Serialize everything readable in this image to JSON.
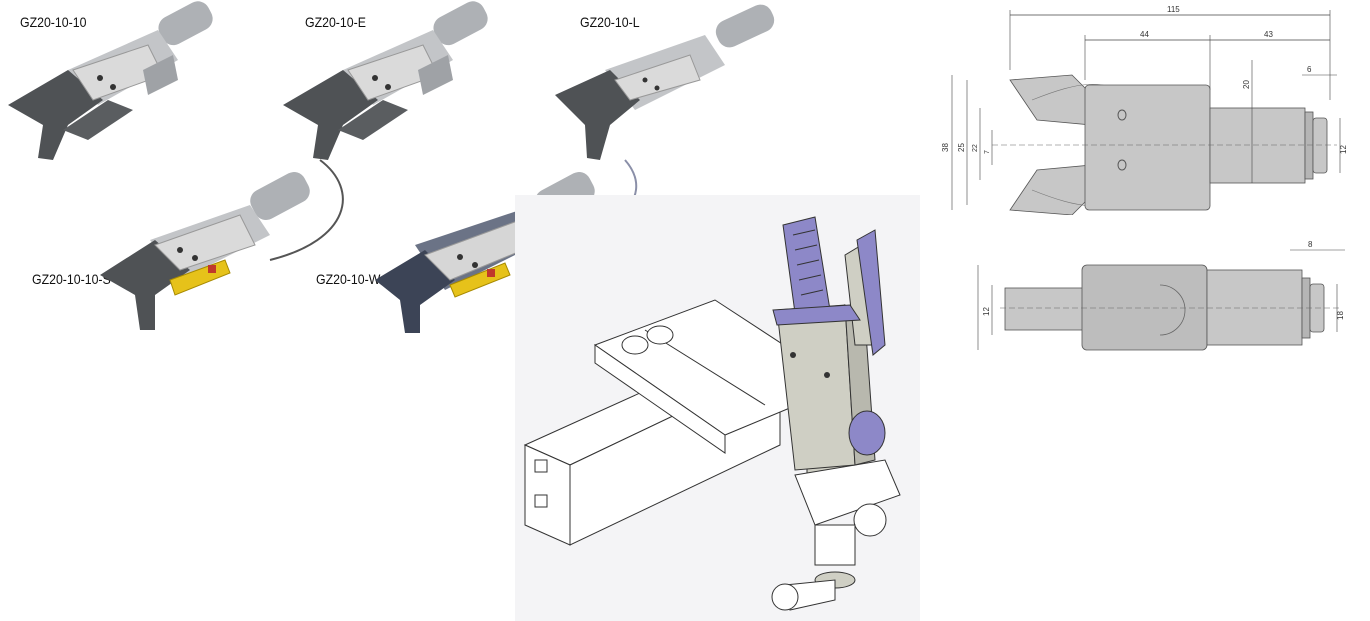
{
  "models": {
    "m1": "GZ20-10-10",
    "m2": "GZ20-10-E",
    "m3": "GZ20-10-L",
    "m4": "GZ20-10-10-S",
    "m5": "GZ20-10-W-S"
  },
  "drawing": {
    "top": {
      "overall": "115",
      "body": "44",
      "shaft": "43",
      "end": "6",
      "d_shaft": "20",
      "d_end": "12",
      "height": "38",
      "opening": "25",
      "inner": "22",
      "tip": "7"
    },
    "side": {
      "end": "8",
      "width": "12",
      "d_end": "18"
    }
  },
  "colors": {
    "steel": "#b9bcc0",
    "dark_jaw": "#4e5154",
    "plate": "#d6d6d6",
    "blue_body": "#6b7386",
    "sensor": "#e6c21a",
    "purple": "#8d88c8",
    "drawing_fill": "#c7c7c7"
  }
}
